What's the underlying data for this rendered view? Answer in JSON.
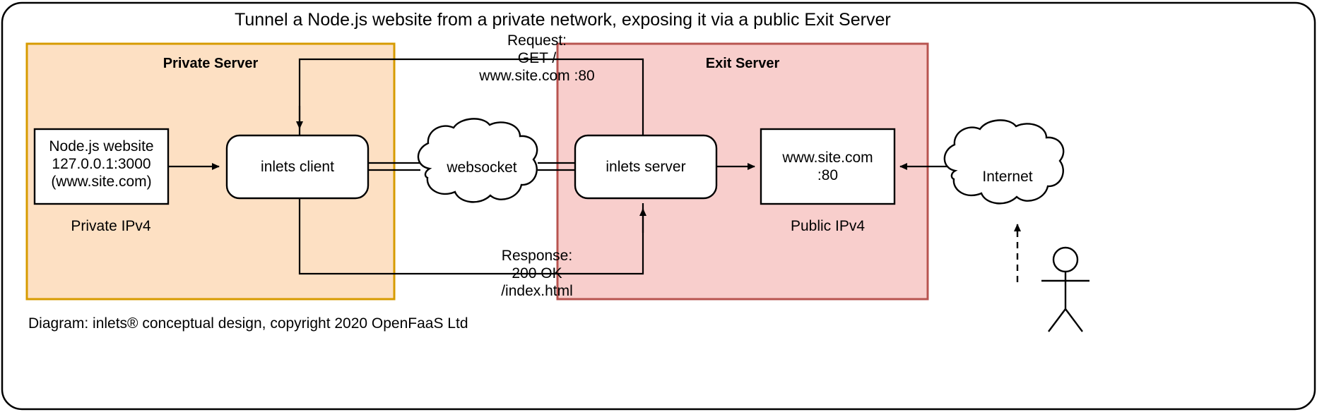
{
  "diagram": {
    "title": "Tunnel a Node.js website from a private network, exposing it via a public Exit Server",
    "footer": "Diagram: inlets® conceptual design, copyright 2020 OpenFaaS Ltd",
    "colors": {
      "private_fill": "#fde0c3",
      "private_stroke": "#d79b00",
      "exit_fill": "#f8cecc",
      "exit_stroke": "#b85450",
      "node_fill": "#ffffff",
      "node_stroke": "#000000",
      "line": "#000000",
      "outer_stroke": "#000000"
    },
    "zones": [
      {
        "id": "private-server",
        "title": "Private Server",
        "subtitle": "Private IPv4"
      },
      {
        "id": "exit-server",
        "title": "Exit Server",
        "subtitle": "Public IPv4"
      }
    ],
    "nodes": [
      {
        "id": "nodejs-website",
        "lines": [
          "Node.js website",
          "127.0.0.1:3000",
          "(www.site.com)"
        ]
      },
      {
        "id": "inlets-client",
        "lines": [
          "inlets client"
        ]
      },
      {
        "id": "inlets-server",
        "lines": [
          "inlets server"
        ]
      },
      {
        "id": "site-endpoint",
        "lines": [
          "www.site.com",
          ":80"
        ]
      }
    ],
    "clouds": [
      {
        "id": "websocket-cloud",
        "label": "websocket"
      },
      {
        "id": "internet-cloud",
        "label": "Internet"
      }
    ],
    "edge_labels": [
      {
        "id": "request-label",
        "lines": [
          "Request:",
          "GET /",
          "www.site.com :80"
        ]
      },
      {
        "id": "response-label",
        "lines": [
          "Response:",
          "200 OK",
          "/index.html"
        ]
      }
    ],
    "actor": {
      "id": "end-user-actor",
      "label": ""
    }
  }
}
